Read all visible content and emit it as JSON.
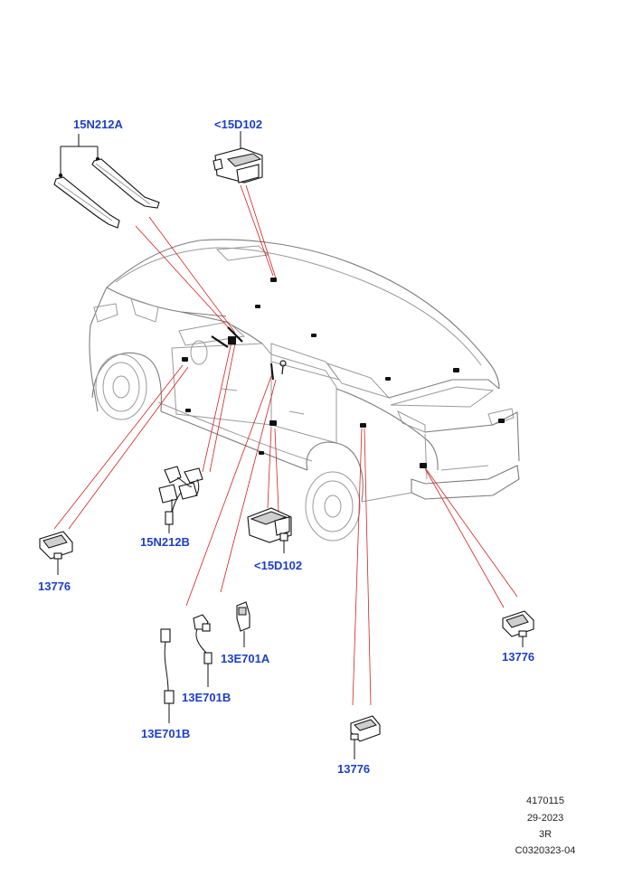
{
  "labels": {
    "front_bracket": "15N212A",
    "upper_module": "<15D102",
    "harness_b": "15N212B",
    "sensor_left": "13776",
    "lower_module": "<15D102",
    "sensor_13e701a": "13E701A",
    "sensor_13e701b_mid": "13E701B",
    "sensor_13e701b_low": "13E701B",
    "sensor_right": "13776",
    "sensor_bottom": "13776"
  },
  "footer": {
    "line1": "4170115",
    "line2": "29-2023",
    "line3": "3R",
    "line4": "C0320323-04"
  }
}
